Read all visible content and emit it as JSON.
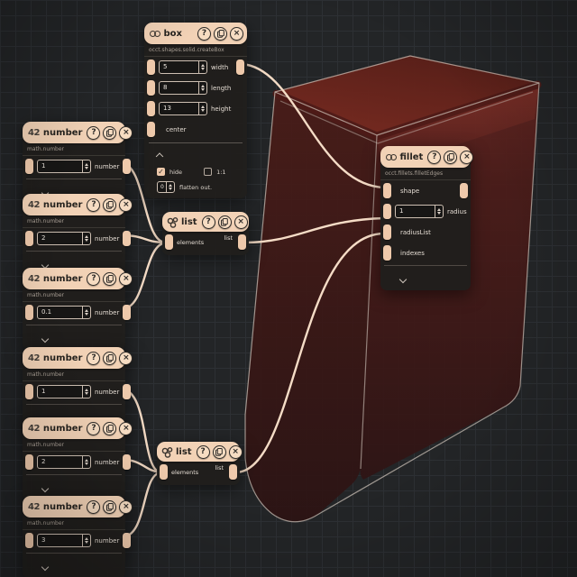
{
  "icons": {
    "help": "?",
    "close": "×",
    "check": "✓",
    "number_glyph": "42"
  },
  "colors": {
    "canvas_bg": "#232527",
    "grid_line": "#2d3034",
    "node_header": "#f2d2b6",
    "node_body": "#211f1d",
    "socket": "#eec9ab",
    "wire": "#f5dcc6",
    "shape_top_face": "#72291f",
    "shape_front_face": "#441a17",
    "shape_side_face": "#5e2420",
    "shape_edge": "#d3c8be"
  },
  "nodes": {
    "box": {
      "title": "box",
      "subtitle": "occt.shapes.solid.createBox",
      "inputs": [
        {
          "label": "width",
          "value": "5"
        },
        {
          "label": "length",
          "value": "8"
        },
        {
          "label": "height",
          "value": "13"
        },
        {
          "label": "center"
        }
      ],
      "options": {
        "hide_label": "hide",
        "hide_checked": true,
        "ratio_label": "1:1",
        "ratio_checked": false,
        "flatten_value": "0",
        "flatten_label": "flatten out."
      }
    },
    "numbers": [
      {
        "title": "number",
        "subtitle": "math.number",
        "label": "number",
        "value": "1"
      },
      {
        "title": "number",
        "subtitle": "math.number",
        "label": "number",
        "value": "2"
      },
      {
        "title": "number",
        "subtitle": "math.number",
        "label": "number",
        "value": "0.1"
      },
      {
        "title": "number",
        "subtitle": "math.number",
        "label": "number",
        "value": "1"
      },
      {
        "title": "number",
        "subtitle": "math.number",
        "label": "number",
        "value": "2"
      },
      {
        "title": "number",
        "subtitle": "math.number",
        "label": "number",
        "value": "3"
      }
    ],
    "lists": [
      {
        "title": "list",
        "input_label": "elements",
        "output_label": "list"
      },
      {
        "title": "list",
        "input_label": "elements",
        "output_label": "list"
      }
    ],
    "fillet": {
      "title": "fillet",
      "subtitle": "occt.fillets.filletEdges",
      "inputs": [
        {
          "label": "shape"
        },
        {
          "label": "radius",
          "value": "1"
        },
        {
          "label": "radiusList"
        },
        {
          "label": "indexes"
        }
      ]
    }
  },
  "connections": [
    {
      "from": "box.output",
      "to": "fillet.shape"
    },
    {
      "from": "number1.output",
      "to": "list1.elements"
    },
    {
      "from": "number2.output",
      "to": "list1.elements"
    },
    {
      "from": "number3.output",
      "to": "list1.elements"
    },
    {
      "from": "list1.list",
      "to": "fillet.radiusList"
    },
    {
      "from": "number4.output",
      "to": "list2.elements"
    },
    {
      "from": "number5.output",
      "to": "list2.elements"
    },
    {
      "from": "number6.output",
      "to": "list2.elements"
    },
    {
      "from": "list2.list",
      "to": "fillet.indexes"
    }
  ]
}
